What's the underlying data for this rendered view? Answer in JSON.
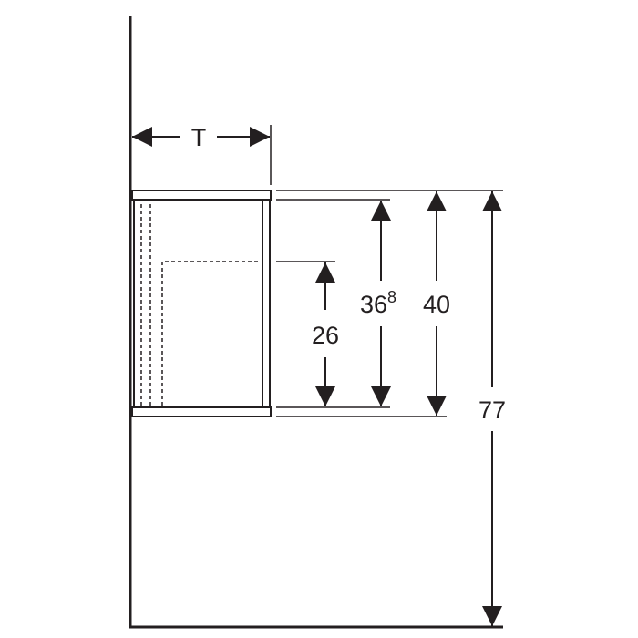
{
  "colors": {
    "ink": "#231f20",
    "background": "#ffffff"
  },
  "dimensions": {
    "depth_label": "T",
    "inner_height_base": "36",
    "inner_height_sup": "8",
    "cabinet_height": "40",
    "shelf_height": "26",
    "mounting_height": "77"
  }
}
